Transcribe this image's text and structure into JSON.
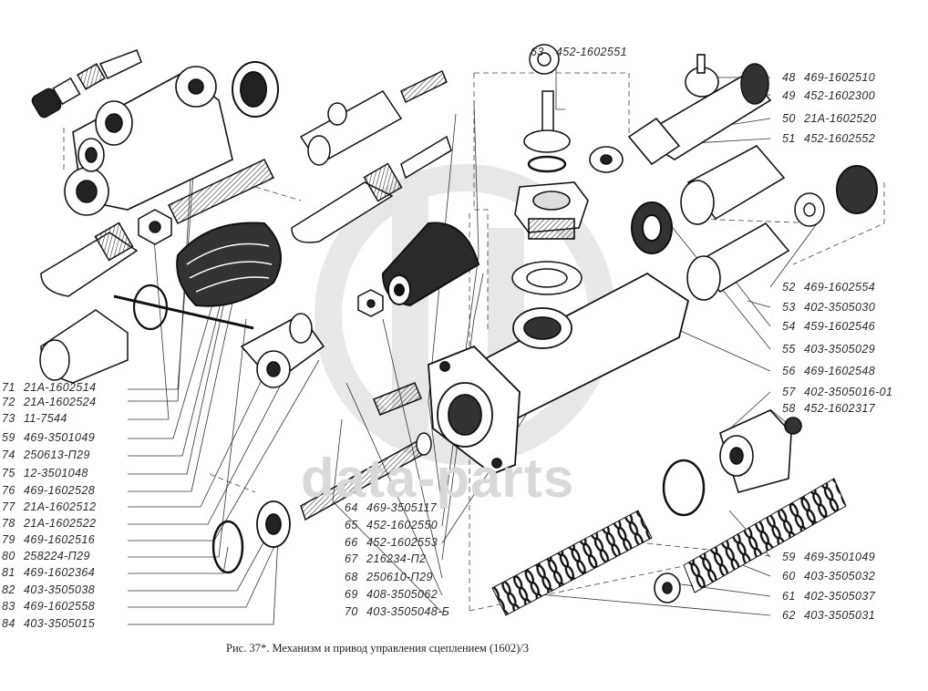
{
  "watermark": {
    "text": "data-parts"
  },
  "caption": "Рис. 37*. Механизм и привод управления сцеплением (1602)/3",
  "labels_left": [
    {
      "num": "71",
      "code": "21A-1602514"
    },
    {
      "num": "72",
      "code": "21A-1602524"
    },
    {
      "num": "73",
      "code": "11-7544"
    },
    {
      "num": "59",
      "code": "469-3501049"
    },
    {
      "num": "74",
      "code": "250613-П29"
    },
    {
      "num": "75",
      "code": "12-3501048"
    },
    {
      "num": "76",
      "code": "469-1602528"
    },
    {
      "num": "77",
      "code": "21A-1602512"
    },
    {
      "num": "78",
      "code": "21A-1602522"
    },
    {
      "num": "79",
      "code": "469-1602516"
    },
    {
      "num": "80",
      "code": "258224-П29"
    },
    {
      "num": "81",
      "code": "469-1602364"
    },
    {
      "num": "82",
      "code": "403-3505038"
    },
    {
      "num": "83",
      "code": "469-1602558"
    },
    {
      "num": "84",
      "code": "403-3505015"
    }
  ],
  "labels_center": [
    {
      "num": "64",
      "code": "469-3505117"
    },
    {
      "num": "65",
      "code": "452-1602550"
    },
    {
      "num": "66",
      "code": "452-1602553"
    },
    {
      "num": "67",
      "code": "216234-П2"
    },
    {
      "num": "68",
      "code": "250610-П29"
    },
    {
      "num": "69",
      "code": "408-3505062"
    },
    {
      "num": "70",
      "code": "403-3505048-Б"
    }
  ],
  "labels_right_top": [
    {
      "num": "48",
      "code": "469-1602510"
    },
    {
      "num": "49",
      "code": "452-1602300"
    },
    {
      "num": "50",
      "code": "21A-1602520"
    },
    {
      "num": "51",
      "code": "452-1602552"
    }
  ],
  "label_top": {
    "num": "63",
    "code": "452-1602551"
  },
  "labels_right_mid": [
    {
      "num": "52",
      "code": "469-1602554"
    },
    {
      "num": "53",
      "code": "402-3505030"
    },
    {
      "num": "54",
      "code": "459-1602546"
    },
    {
      "num": "55",
      "code": "403-3505029"
    },
    {
      "num": "56",
      "code": "469-1602548"
    },
    {
      "num": "57",
      "code": "402-3505016-01"
    },
    {
      "num": "58",
      "code": "452-1602317"
    }
  ],
  "labels_right_bottom": [
    {
      "num": "59",
      "code": "469-3501049"
    },
    {
      "num": "60",
      "code": "403-3505032"
    },
    {
      "num": "61",
      "code": "402-3505037"
    },
    {
      "num": "62",
      "code": "403-3505031"
    }
  ]
}
